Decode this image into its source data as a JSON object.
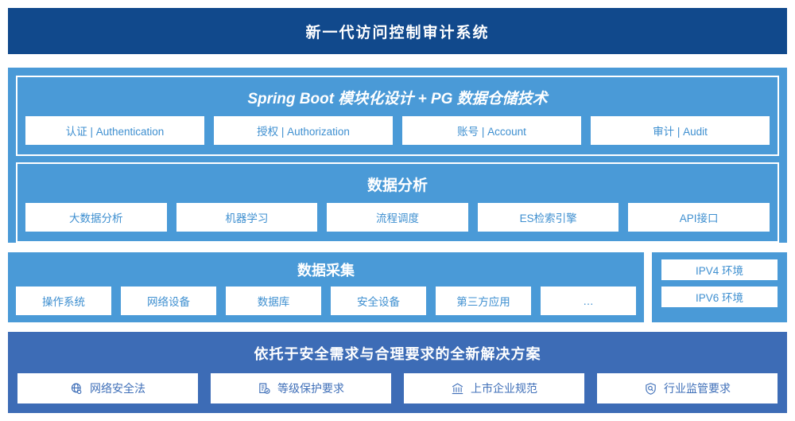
{
  "header": {
    "title": "新一代访问控制审计系统"
  },
  "colors": {
    "header_bg": "#11498c",
    "mid_bg": "#4a9ad7",
    "bottom_bg": "#3d6cb6",
    "card_text": "#3e8fd0",
    "bottom_card_text": "#3f6fb8",
    "card_bg": "#ffffff"
  },
  "platform_panel": {
    "title": "Spring Boot 模块化设计 + PG 数据仓储技术",
    "cards": [
      {
        "label": "认证 | Authentication"
      },
      {
        "label": "授权 | Authorization"
      },
      {
        "label": "账号 | Account"
      },
      {
        "label": "审计 | Audit"
      }
    ]
  },
  "analysis_panel": {
    "title": "数据分析",
    "cards": [
      {
        "label": "大数据分析"
      },
      {
        "label": "机器学习"
      },
      {
        "label": "流程调度"
      },
      {
        "label": "ES检索引擎"
      },
      {
        "label": "API接口"
      }
    ]
  },
  "collect_panel": {
    "title": "数据采集",
    "cards": [
      {
        "label": "操作系统"
      },
      {
        "label": "网络设备"
      },
      {
        "label": "数据库"
      },
      {
        "label": "安全设备"
      },
      {
        "label": "第三方应用"
      },
      {
        "label": "…"
      }
    ]
  },
  "environment_panel": {
    "cards": [
      {
        "label": "IPV4 环境"
      },
      {
        "label": "IPV6 环境"
      }
    ]
  },
  "compliance_panel": {
    "title": "依托于安全需求与合理要求的全新解决方案",
    "cards": [
      {
        "label": "网络安全法",
        "icon": "globe-icon"
      },
      {
        "label": "等级保护要求",
        "icon": "document-check-icon"
      },
      {
        "label": "上市企业规范",
        "icon": "bank-icon"
      },
      {
        "label": "行业监管要求",
        "icon": "shield-search-icon"
      }
    ]
  }
}
